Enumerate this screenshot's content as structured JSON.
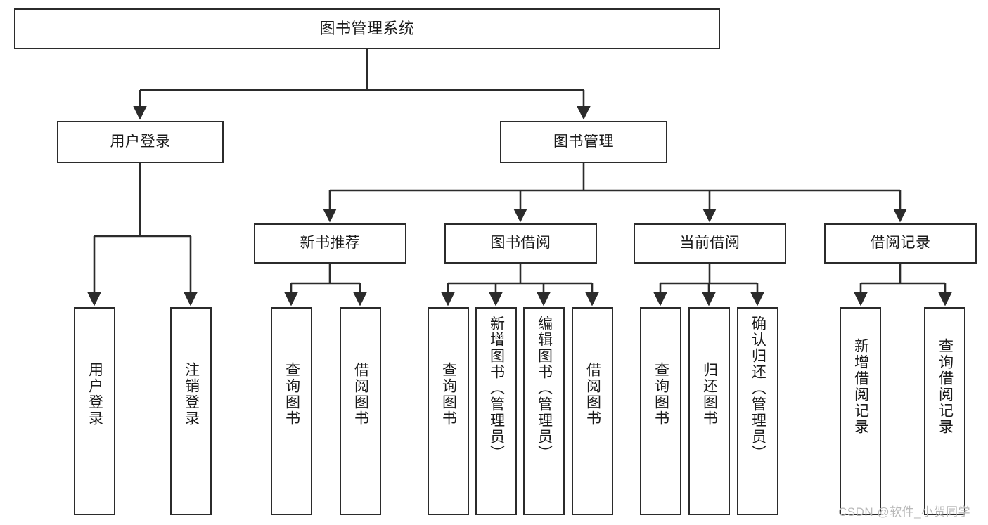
{
  "diagram": {
    "title": "图书管理系统",
    "type": "tree-hierarchy",
    "stroke_color": "#2b2b2b",
    "background_color": "#ffffff",
    "text_color": "#1a1a1a"
  },
  "nodes": {
    "root": {
      "label": "图书管理系统",
      "level": 0
    },
    "l1": [
      {
        "id": "user-login",
        "label": "用户登录",
        "level": 1
      },
      {
        "id": "book-manage",
        "label": "图书管理",
        "level": 1
      }
    ],
    "l2": [
      {
        "id": "new-book-rec",
        "label": "新书推荐",
        "level": 2
      },
      {
        "id": "book-borrow",
        "label": "图书借阅",
        "level": 2
      },
      {
        "id": "current-borrow",
        "label": "当前借阅",
        "level": 2
      },
      {
        "id": "borrow-record",
        "label": "借阅记录",
        "level": 2
      }
    ],
    "leaves": [
      {
        "id": "leaf-user-login",
        "label": "用户登录",
        "parent": "user-login"
      },
      {
        "id": "leaf-logout",
        "label": "注销登录",
        "parent": "user-login"
      },
      {
        "id": "leaf-query-book-1",
        "label": "查询图书",
        "parent": "new-book-rec"
      },
      {
        "id": "leaf-borrow-book-1",
        "label": "借阅图书",
        "parent": "new-book-rec"
      },
      {
        "id": "leaf-query-book-2",
        "label": "查询图书",
        "parent": "book-borrow"
      },
      {
        "id": "leaf-add-book",
        "label": "新增图书（管理员）",
        "parent": "book-borrow"
      },
      {
        "id": "leaf-edit-book",
        "label": "编辑图书（管理员）",
        "parent": "book-borrow"
      },
      {
        "id": "leaf-borrow-book-2",
        "label": "借阅图书",
        "parent": "book-borrow"
      },
      {
        "id": "leaf-query-book-3",
        "label": "查询图书",
        "parent": "current-borrow"
      },
      {
        "id": "leaf-return-book",
        "label": "归还图书",
        "parent": "current-borrow"
      },
      {
        "id": "leaf-confirm-return",
        "label": "确认归还（管理员）",
        "parent": "current-borrow"
      },
      {
        "id": "leaf-add-record",
        "label": "新增借阅记录",
        "parent": "borrow-record"
      },
      {
        "id": "leaf-query-record",
        "label": "查询借阅记录",
        "parent": "borrow-record"
      }
    ]
  },
  "watermark": {
    "text": "CSDN @软件_小贺同学",
    "color": "#b9b9b9"
  }
}
